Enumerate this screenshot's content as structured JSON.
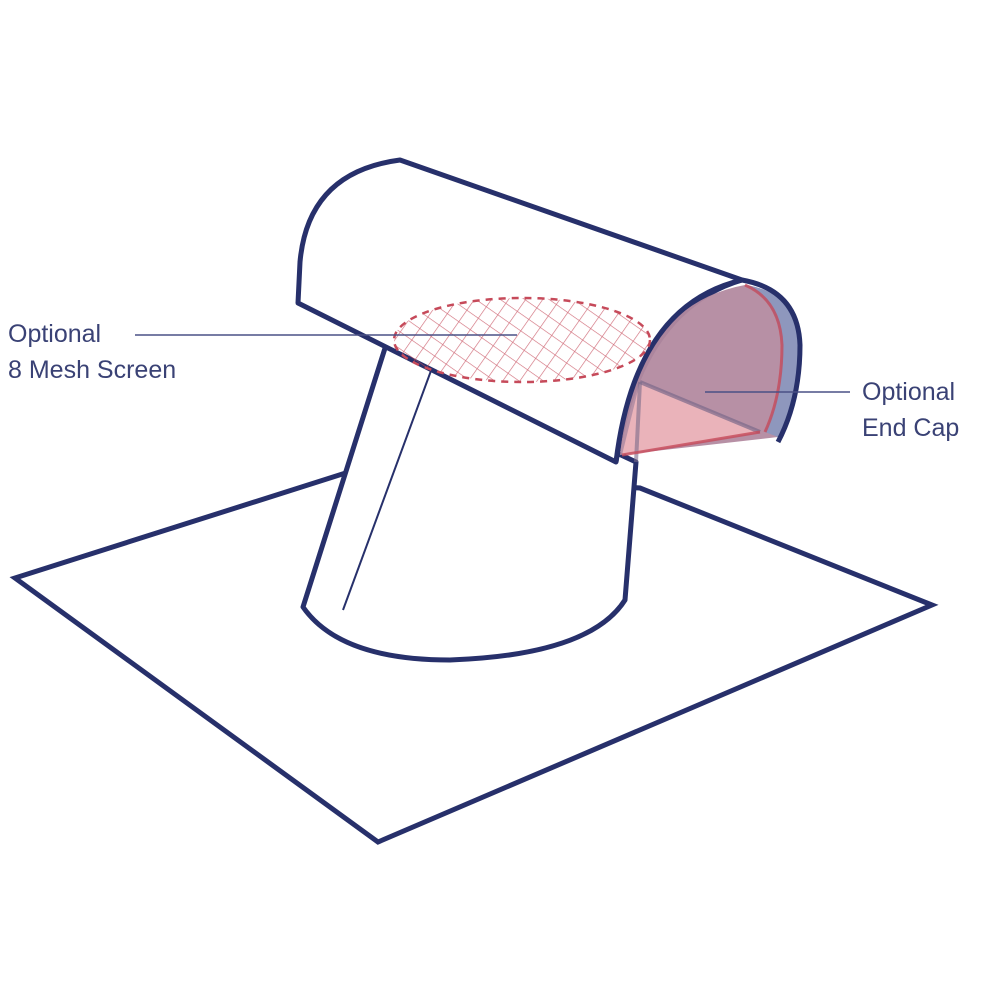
{
  "labels": {
    "mesh_line1": "Optional",
    "mesh_line2": "8 Mesh Screen",
    "cap_line1": "Optional",
    "cap_line2": "End Cap"
  },
  "colors": {
    "outline": "#27306b",
    "mesh": "#c64a5a",
    "cap_fill": "#b38aa0",
    "cap_lower": "#eab3ba",
    "leader": "#4a5185"
  }
}
